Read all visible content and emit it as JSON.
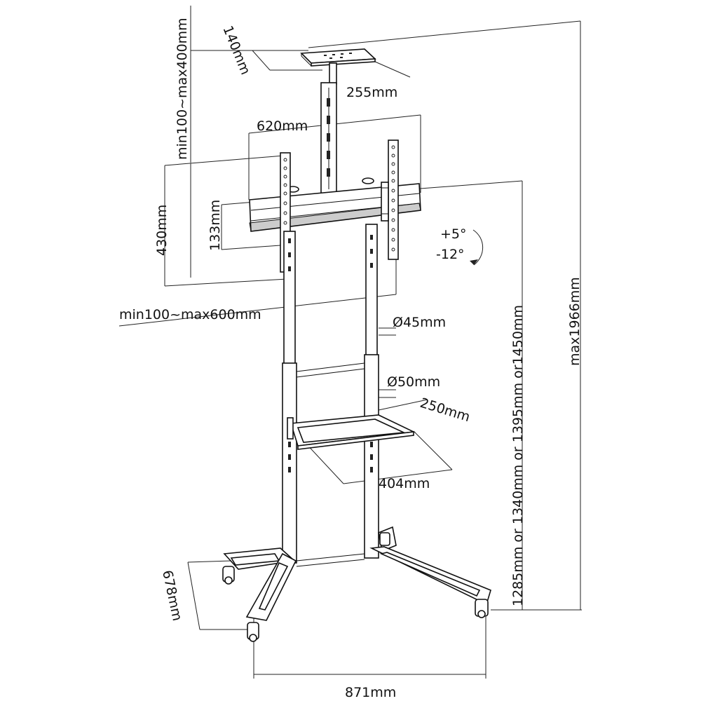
{
  "diagram": {
    "dimensions": {
      "tray_depth_top": "140mm",
      "tray_width_top": "255mm",
      "bracket_width": "620mm",
      "camera_shelf_height": "min100~max400mm",
      "bracket_height": "430mm",
      "crossbar_height": "133mm",
      "vesa_range": "min100~max600mm",
      "tilt_up": "+5°",
      "tilt_down": "-12°",
      "upper_pole_diameter": "Ø45mm",
      "lower_pole_diameter": "Ø50mm",
      "shelf_depth": "250mm",
      "shelf_width": "404mm",
      "height_options": "1285mm or 1340mm or 1395mm or1450mm",
      "max_height": "max1966mm",
      "base_depth": "678mm",
      "base_width": "871mm"
    }
  }
}
